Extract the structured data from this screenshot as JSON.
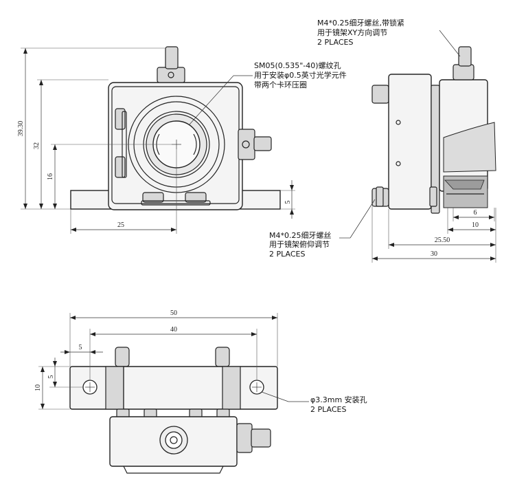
{
  "dimensions": {
    "front_height_overall": "39.30",
    "front_height_center_top": "32",
    "front_center_height": "16",
    "front_center_x": "25",
    "front_base_thickness": "5",
    "side_slot": "6",
    "side_depth_10": "10",
    "side_depth_25_50": "25.50",
    "side_depth_30": "30",
    "bottom_width_50": "50",
    "bottom_hole_spacing_40": "40",
    "bottom_hole_offset_5": "5",
    "bottom_depth_10": "10",
    "bottom_hole_y_5": "5"
  },
  "callouts": {
    "xy_adjust": {
      "line1": "M4*0.25细牙螺丝,带锁紧",
      "line2": "用于镜架XY方向调节",
      "line3": "2 PLACES"
    },
    "thread_hole": {
      "line1": "SM05(0.535\"-40)螺纹孔",
      "line2": "用于安装φ0.5英寸光学元件",
      "line3": "带两个卡环压圈"
    },
    "pitch_adjust": {
      "line1": "M4*0.25细牙螺丝",
      "line2": "用于镜架俯仰调节",
      "line3": "2 PLACES"
    },
    "mount_hole": {
      "line1": "φ3.3mm 安装孔",
      "line2": "2 PLACES"
    }
  }
}
